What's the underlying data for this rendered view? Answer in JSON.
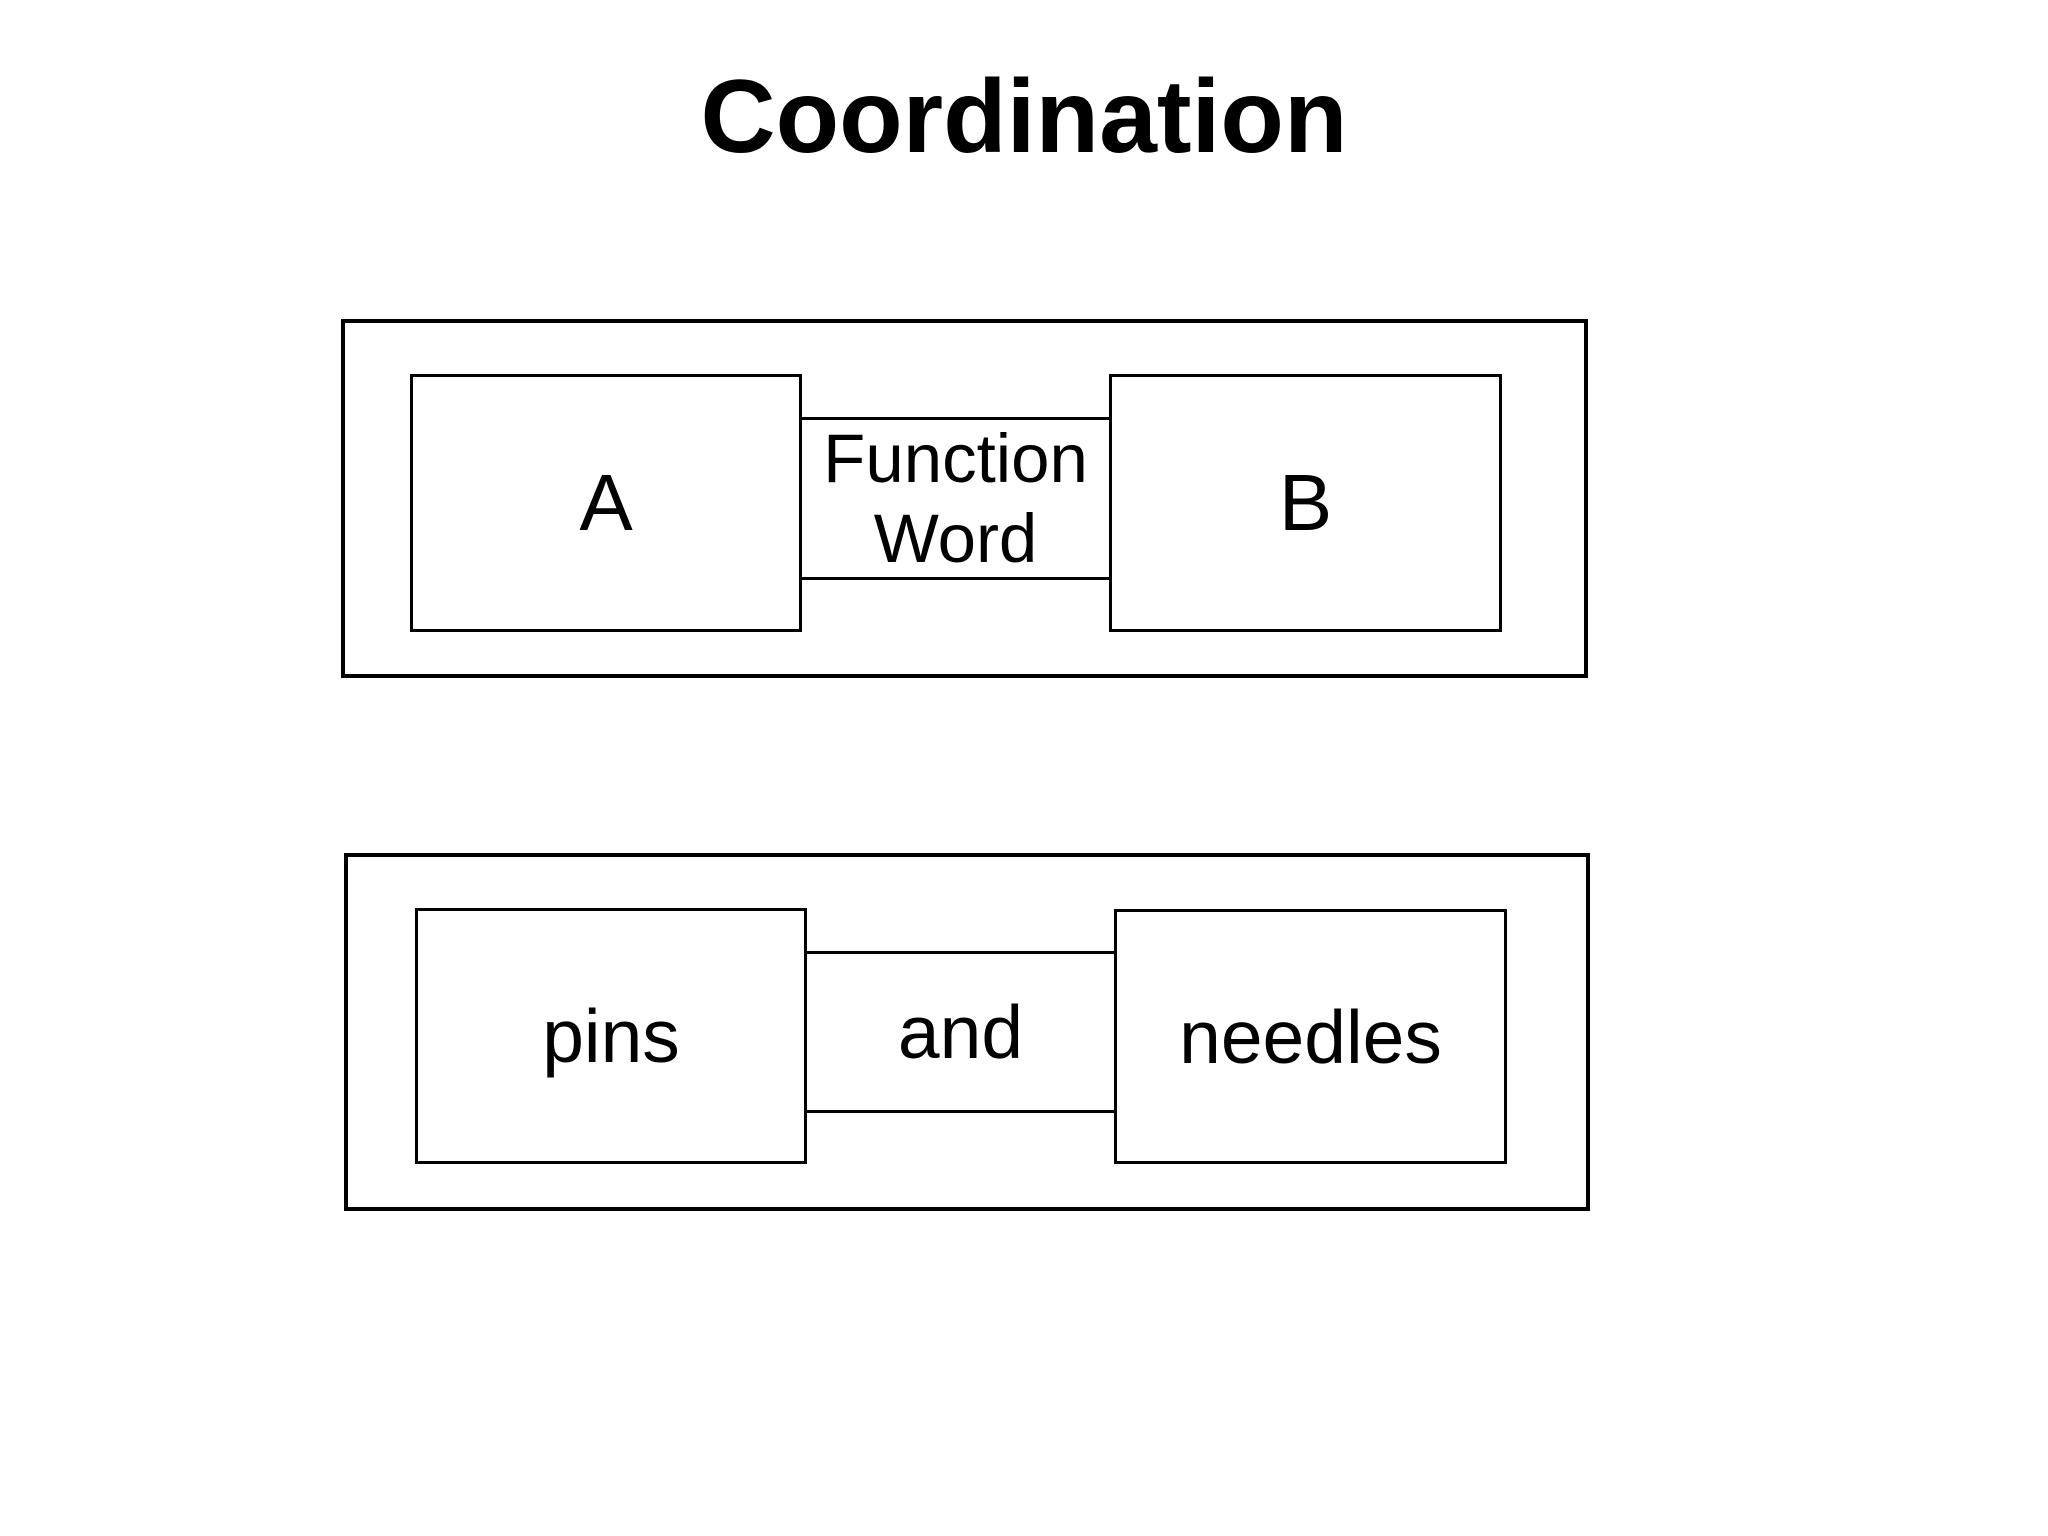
{
  "title": "Coordination",
  "diagrams": [
    {
      "left_label": "A",
      "connector_label": "Function Word",
      "right_label": "B"
    },
    {
      "left_label": "pins",
      "connector_label": "and",
      "right_label": "needles"
    }
  ],
  "colors": {
    "background": "#ffffff",
    "line": "#000000",
    "text": "#000000"
  }
}
